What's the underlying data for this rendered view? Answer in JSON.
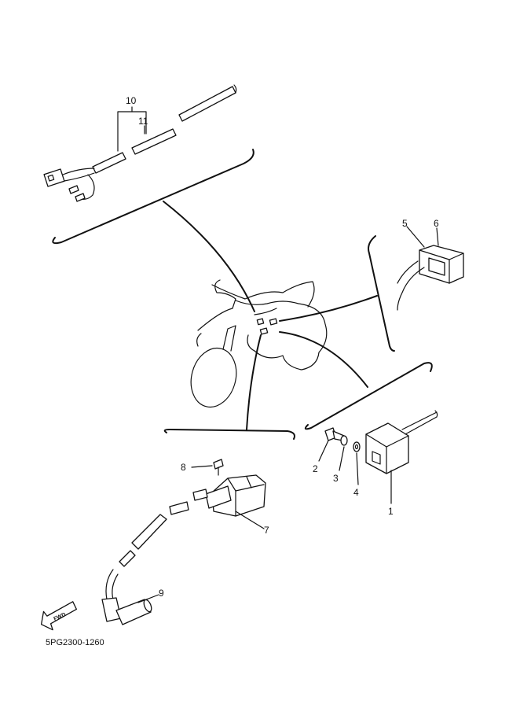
{
  "callouts": {
    "c1": "1",
    "c2": "2",
    "c3": "3",
    "c4": "4",
    "c5": "5",
    "c6": "6",
    "c7": "7",
    "c8": "8",
    "c9": "9",
    "c10": "10",
    "c11": "11"
  },
  "fwd_label": "FWD",
  "diagram_code": "5PG2300-1260",
  "colors": {
    "ink": "#111111",
    "background": "#ffffff"
  }
}
